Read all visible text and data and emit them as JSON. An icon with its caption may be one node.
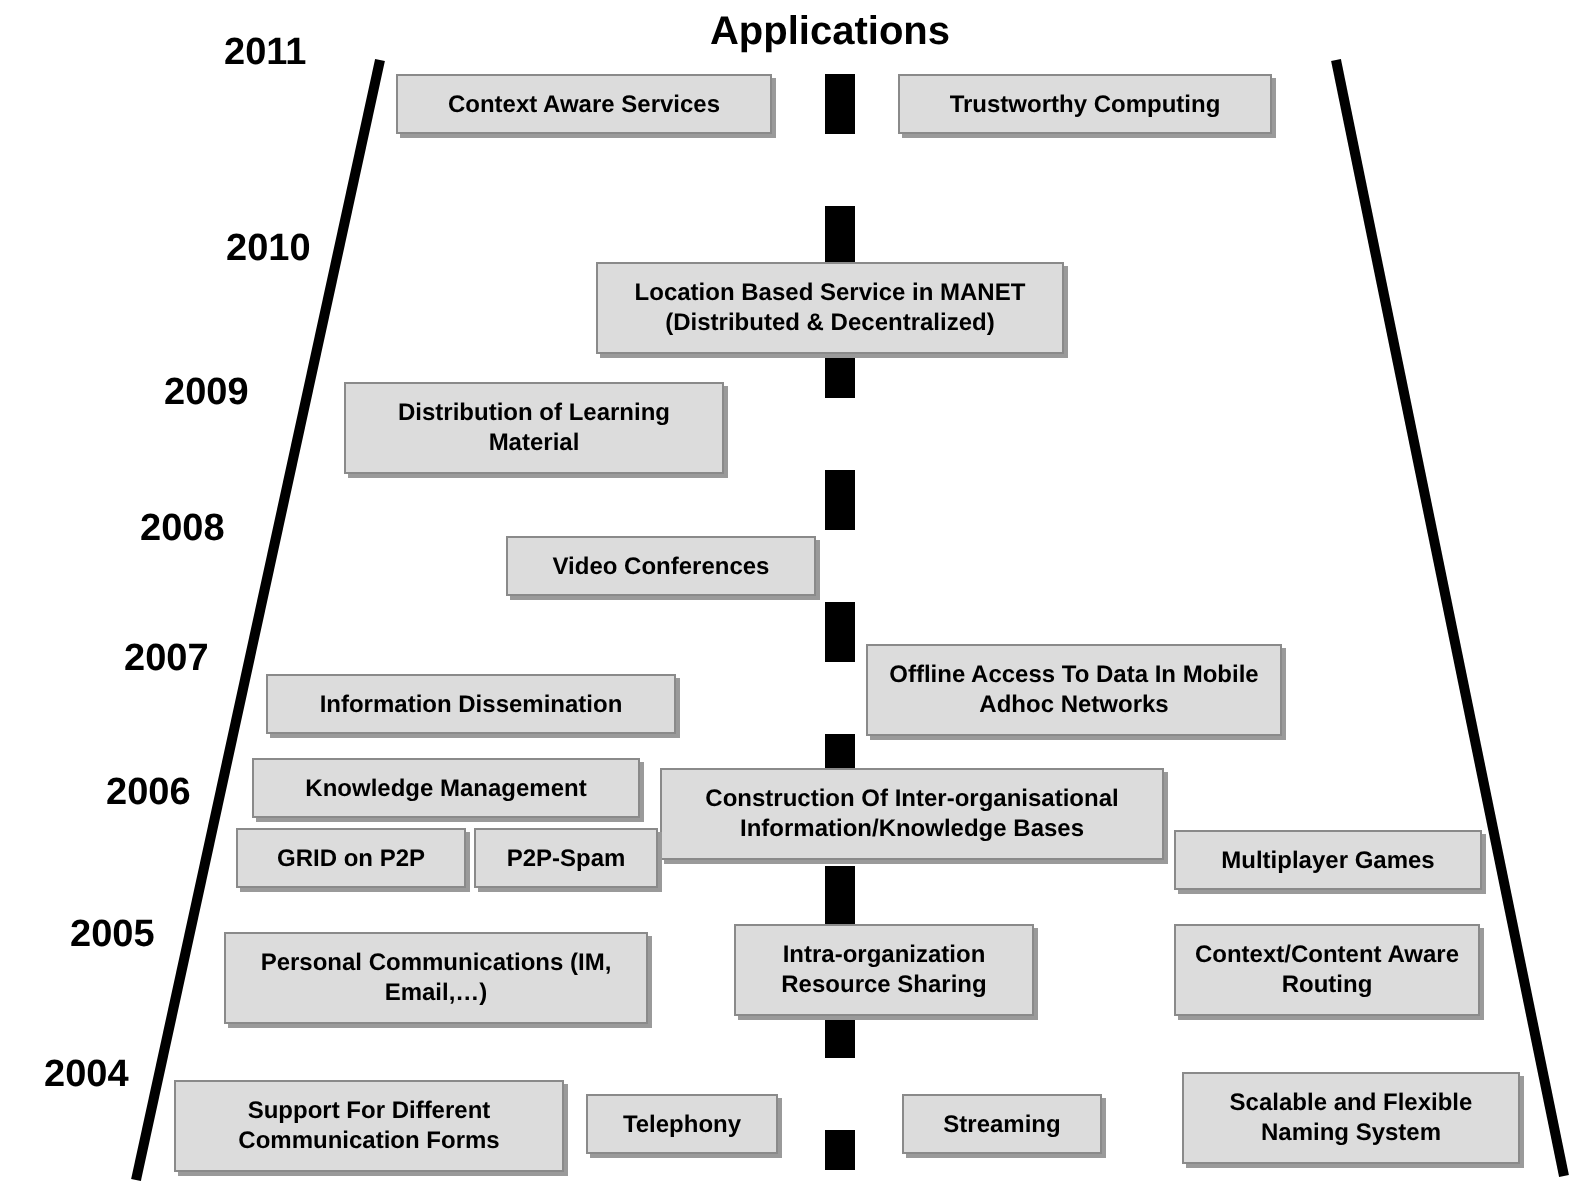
{
  "diagram": {
    "title": "Applications",
    "nodes": [
      {
        "text": [
          "Context Aware Services"
        ]
      },
      {
        "text": [
          "Trustworthy Computing"
        ]
      },
      {
        "text": [
          "Location Based Service in MANET (Distributed & Decentralized)"
        ]
      },
      {
        "text": [
          "Distribution of Learning Material"
        ]
      },
      {
        "text": [
          "Video Conferences"
        ]
      },
      {
        "text": [
          "Offline Access To Data In Mobile Adhoc Networks"
        ]
      },
      {
        "text": [
          "Information Dissemination"
        ]
      },
      {
        "text": [
          "Knowledge Management"
        ]
      },
      {
        "text": [
          "Construction Of Inter-organisational Information/Knowledge Bases"
        ]
      },
      {
        "text": [
          "GRID on P2P"
        ]
      },
      {
        "text": [
          "P2P-Spam"
        ]
      },
      {
        "text": [
          "Multiplayer Games"
        ]
      },
      {
        "text": [
          "Personal Communications (IM, Email,…)"
        ]
      },
      {
        "text": [
          "Intra-organization Resource Sharing"
        ]
      },
      {
        "text": [
          "Context/Content Aware Routing"
        ]
      },
      {
        "text": [
          "Support For Different Communication Forms"
        ]
      },
      {
        "text": [
          "Telephony"
        ]
      },
      {
        "text": [
          "Streaming"
        ]
      },
      {
        "text": [
          "Scalable and Flexible Naming System"
        ]
      }
    ],
    "labels": [
      "2011",
      "2010",
      "2009",
      "2008",
      "2007",
      "2006",
      "2005",
      "2004"
    ]
  }
}
